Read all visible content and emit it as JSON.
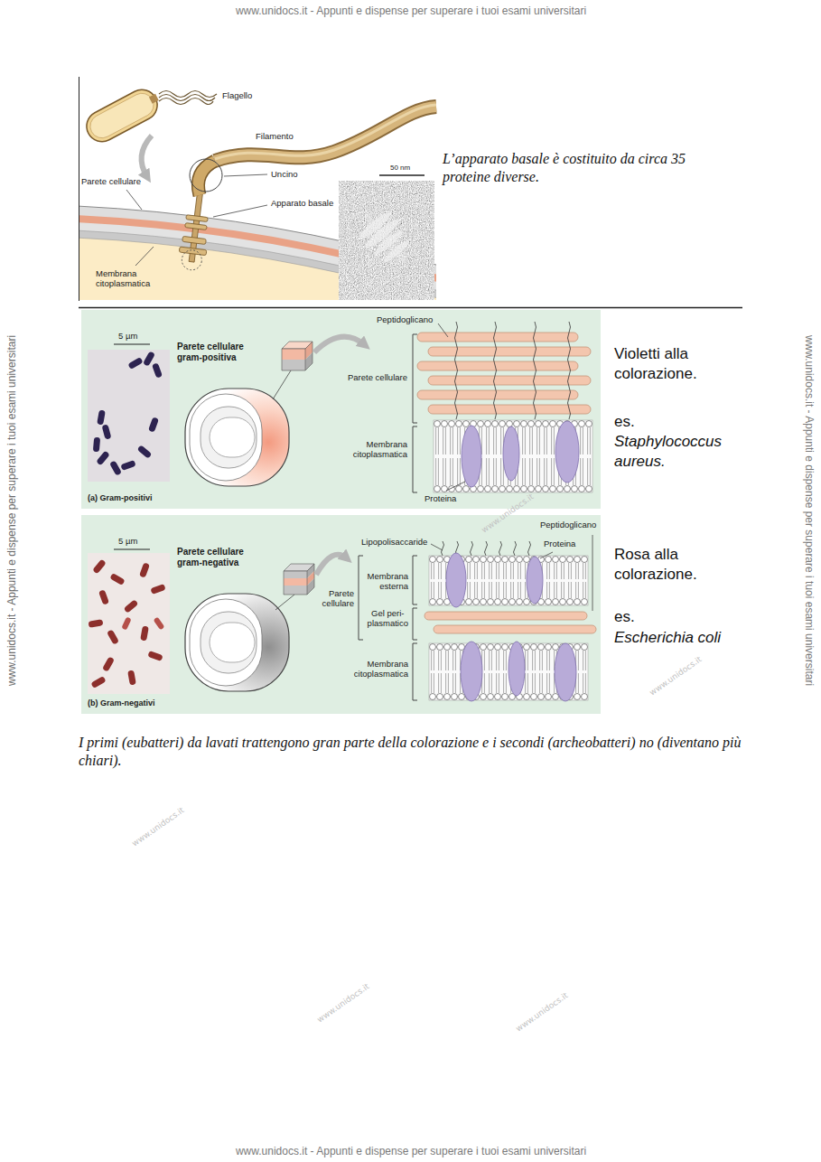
{
  "diagram": {
    "nodes": [
      {
        "text": [
          "Peptidoglicano",
          "5 µm",
          "Parete cellulare gram-positiva",
          "Parete cellulare",
          "Membrana citoplasmatica",
          "(a) Gram-positivi",
          "Proteina"
        ]
      },
      {
        "text": [
          "Peptidoglicano",
          "Lipopolisaccaride",
          "Proteina",
          "5 µm",
          "Parete cellulare gram-negativa",
          "Membrana esterna",
          "Parete cellulare",
          "Gel peri- plasmatico",
          "Membrana citoplasmatica",
          "(b) Gram-negativi"
        ]
      }
    ],
    "labels": [
      "www.unidocs.it - Appunti e dispense per superare i tuoi esami universitari",
      "Flagello",
      "Filamento",
      "Parete cellulare",
      "Uncino",
      "Apparato basale",
      "L’apparato basale è costituito da circa 35 proteine diverse.",
      "50 nm",
      "Membrana citoplasmatica",
      "Violetti alla colorazione.",
      "es.",
      "Staphylococcus aureus.",
      "Rosa alla colorazione.",
      "es.",
      "Escherichia coli",
      "I primi (eubatteri) da lavati trattengono gran parte della colorazione e i secondi (archeobatteri) no (diventano più chiari).",
      "www.unidocs.it - Appunti e dispense per superare i tuoi esami universitari",
      "www.unidocs.it - Appunti e dispense per superare i tuoi esami universitari",
      "www.unidocs.it",
      "www.unidocs.it",
      "www.unidocs.it",
      "www.unidocs.it",
      "www.unidocs.it",
      "www.unidocs.it - Appunti e dispense per superare i tuoi esami universitari"
    ]
  }
}
